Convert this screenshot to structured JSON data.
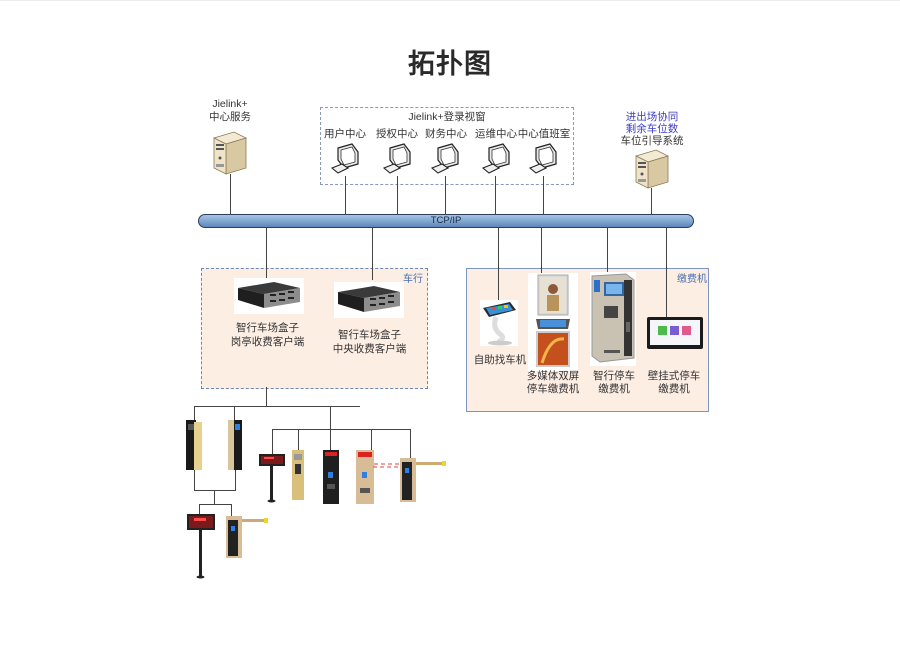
{
  "title": "拓扑图",
  "network": {
    "bus_label": "TCP/IP"
  },
  "center_server": {
    "line1": "Jielink+",
    "line2": "中心服务",
    "icon": "server-tower-icon"
  },
  "login_window": {
    "title": "Jielink+登录视窗",
    "terminals": [
      {
        "label": "用户中心",
        "icon": "desktop-computer-icon"
      },
      {
        "label": "授权中心",
        "icon": "desktop-computer-icon"
      },
      {
        "label": "财务中心",
        "icon": "desktop-computer-icon"
      },
      {
        "label": "运维中心",
        "icon": "desktop-computer-icon"
      },
      {
        "label": "中心值班室",
        "icon": "desktop-computer-icon"
      }
    ]
  },
  "guidance_server": {
    "line1": "进出场协同",
    "line2": "剩余车位数",
    "line3": "车位引导系统",
    "icon": "server-tower-icon"
  },
  "chehang_zone": {
    "tag": "车行",
    "boxes": [
      {
        "line1": "智行车场盒子",
        "line2": "岗亭收费客户端",
        "icon": "industrial-pc-box-icon"
      },
      {
        "line1": "智行车场盒子",
        "line2": "中央收费客户端",
        "icon": "industrial-pc-box-icon"
      }
    ]
  },
  "payment_zone": {
    "tag": "缴费机",
    "devices": [
      {
        "line1": "自助找车机",
        "line2": "",
        "icon": "kiosk-touchscreen-icon"
      },
      {
        "line1": "多媒体双屏",
        "line2": "停车缴费机",
        "icon": "dual-screen-kiosk-icon"
      },
      {
        "line1": "智行停车",
        "line2": "缴费机",
        "icon": "payment-machine-icon"
      },
      {
        "line1": "壁挂式停车",
        "line2": "缴费机",
        "icon": "wall-mounted-terminal-icon"
      }
    ]
  },
  "field_devices": [
    {
      "name": "gold-ticket-terminal",
      "icon": "ticket-terminal-icon"
    },
    {
      "name": "blue-screen-terminal",
      "icon": "card-terminal-icon"
    },
    {
      "name": "led-display-pole",
      "icon": "led-display-icon"
    },
    {
      "name": "slim-gold-terminal",
      "icon": "card-terminal-icon"
    },
    {
      "name": "black-terminal-led",
      "icon": "card-terminal-icon"
    },
    {
      "name": "barrier-gate-striped",
      "icon": "barrier-gate-icon"
    },
    {
      "name": "barrier-gate-yellow",
      "icon": "barrier-gate-icon"
    },
    {
      "name": "led-display-pole-lower",
      "icon": "led-display-icon"
    },
    {
      "name": "barrier-gate-lower",
      "icon": "barrier-gate-icon"
    }
  ]
}
